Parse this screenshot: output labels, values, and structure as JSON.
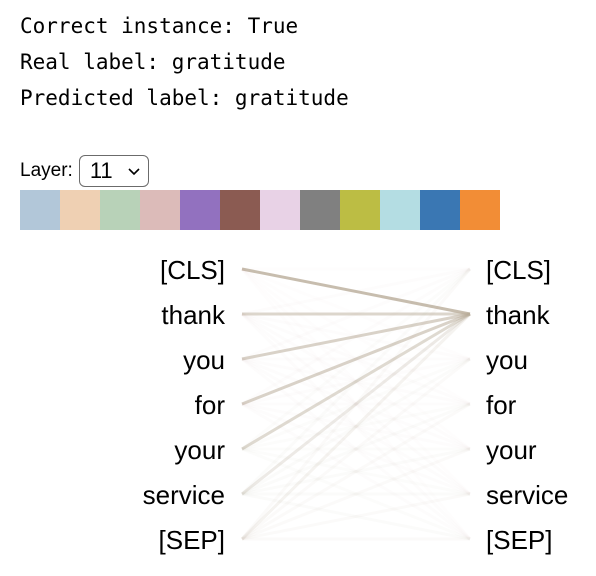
{
  "info": {
    "correct_line": "Correct instance: True",
    "real_line": "Real label: gratitude",
    "pred_line": "Predicted label: gratitude"
  },
  "layer": {
    "label": "Layer:",
    "selected": "11",
    "swatch_colors": [
      "#b2c7d9",
      "#efd0b3",
      "#b8d2b8",
      "#dcbbb9",
      "#9271bf",
      "#8b5b52",
      "#e8d2e6",
      "#808080",
      "#bcbd44",
      "#b4dde3",
      "#3a77b3",
      "#f28d36"
    ]
  },
  "tokens": [
    "[CLS]",
    "thank",
    "you",
    "for",
    "your",
    "service",
    "[SEP]"
  ],
  "attention": {
    "color": "#b9ad9a",
    "focus_target": 1,
    "weights": [
      [
        0.02,
        0.8,
        0.02,
        0.02,
        0.02,
        0.02,
        0.02
      ],
      [
        0.03,
        0.5,
        0.03,
        0.03,
        0.03,
        0.03,
        0.03
      ],
      [
        0.03,
        0.55,
        0.03,
        0.03,
        0.03,
        0.03,
        0.03
      ],
      [
        0.03,
        0.55,
        0.03,
        0.03,
        0.03,
        0.03,
        0.03
      ],
      [
        0.04,
        0.45,
        0.04,
        0.04,
        0.04,
        0.04,
        0.04
      ],
      [
        0.05,
        0.25,
        0.05,
        0.05,
        0.05,
        0.05,
        0.05
      ],
      [
        0.06,
        0.15,
        0.06,
        0.06,
        0.06,
        0.06,
        0.06
      ]
    ]
  }
}
